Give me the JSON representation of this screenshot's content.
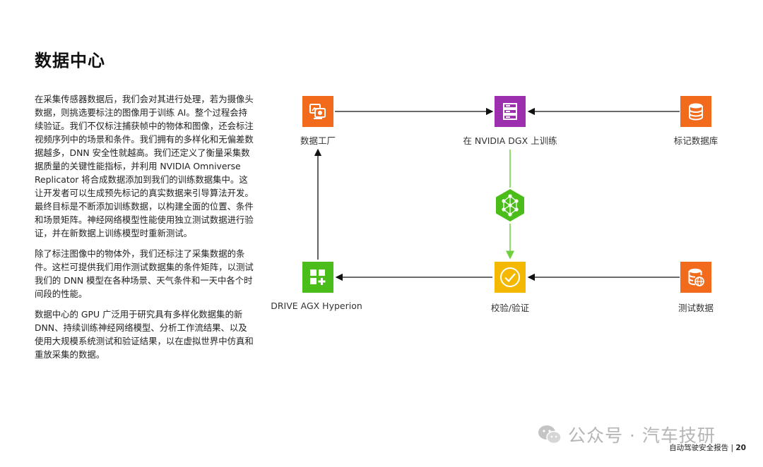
{
  "page": {
    "title": "数据中心",
    "paragraphs": [
      "在采集传感器数据后，我们会对其进行处理，若为摄像头数据，则挑选要标注的图像用于训练 AI。整个过程会持续验证。我们不仅标注捕获帧中的物体和图像，还会标注视频序列中的场景和条件。我们拥有的多样化和无偏差数据越多，DNN 安全性就越高。我们还定义了衡量采集数据质量的关键性能指标，并利用 NVIDIA Omniverse Replicator 将合成数据添加到我们的训练数据集中。这让开发者可以生成预先标记的真实数据来引导算法开发。最终目标是不断添加训练数据，以构建全面的位置、条件和场景矩阵。神经网络模型性能使用独立测试数据进行验证，并在新数据上训练模型时重新测试。",
      "除了标注图像中的物体外，我们还标注了采集数据的条件。这栏可提供我们用作测试数据集的条件矩阵，以测试我们的 DNN 模型在各种场景、天气条件和一天中各个时间段的性能。",
      "数据中心的 GPU 广泛用于研究具有多样化数据集的新 DNN、持续训练神经网络模型、分析工作流结果、以及使用大规模系统测试和验证结果，以在虚拟世界中仿真和重放采集的数据。"
    ]
  },
  "diagram": {
    "nodes": [
      {
        "id": "data-factory",
        "label": "数据工厂",
        "icon": "data-factory-icon",
        "color": "#f26b1d"
      },
      {
        "id": "dgx-training",
        "label": "在 NVIDIA DGX 上训练",
        "icon": "server-rack-icon",
        "color": "#9b2fae"
      },
      {
        "id": "labeled-db",
        "label": "标记数据库",
        "icon": "database-icon",
        "color": "#f26b1d"
      },
      {
        "id": "drive-hyperion",
        "label": "DRIVE AGX Hyperion",
        "icon": "grid-plus-icon",
        "color": "#4bbd1a"
      },
      {
        "id": "validation",
        "label": "校验/验证",
        "icon": "checkmark-icon",
        "color": "#f5b800"
      },
      {
        "id": "test-data",
        "label": "测试数据",
        "icon": "database-globe-icon",
        "color": "#f26b1d"
      }
    ],
    "neural_net": {
      "icon": "neural-network-icon",
      "color": "#4bbd1a"
    }
  },
  "footer": {
    "watermark": "公众号 · 汽车技研",
    "report": "自动驾驶安全报告",
    "separator": "|",
    "page_number": "20"
  }
}
